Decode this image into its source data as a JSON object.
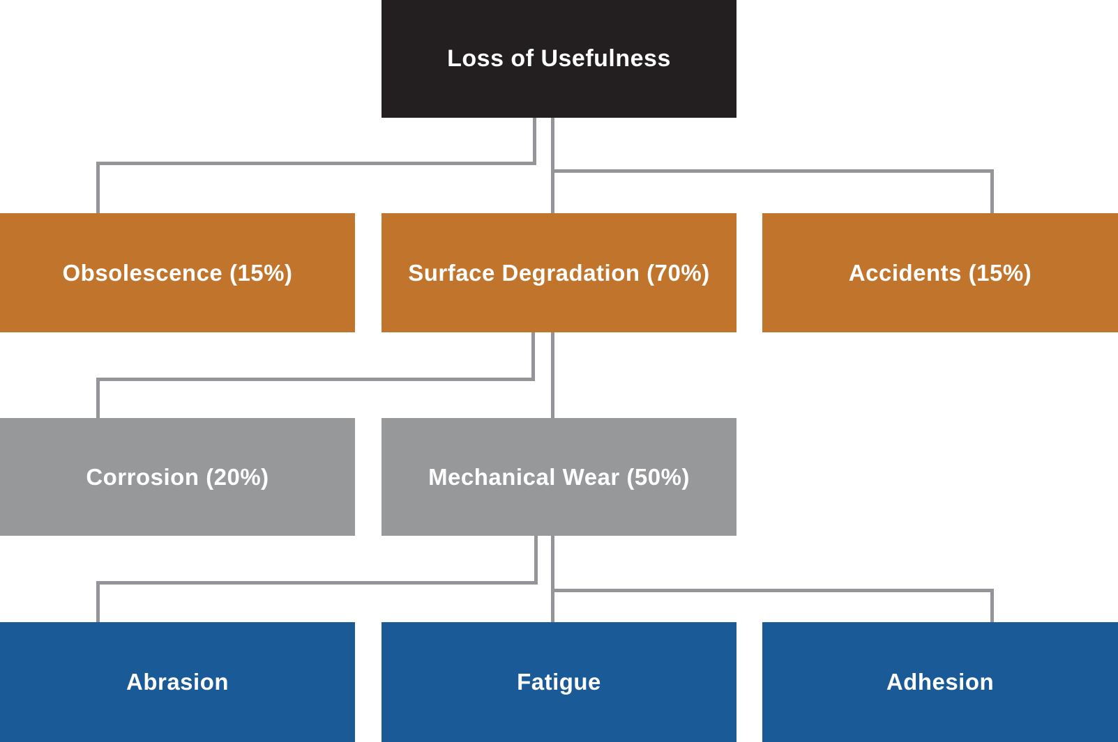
{
  "diagram": {
    "type": "hierarchy-flowchart",
    "root": {
      "label": "Loss of Usefulness"
    },
    "level2": [
      {
        "label": "Obsolescence (15%)"
      },
      {
        "label": "Surface Degradation (70%)"
      },
      {
        "label": "Accidents (15%)"
      }
    ],
    "level3": [
      {
        "label": "Corrosion (20%)"
      },
      {
        "label": "Mechanical Wear (50%)"
      }
    ],
    "level4": [
      {
        "label": "Abrasion"
      },
      {
        "label": "Fatigue"
      },
      {
        "label": "Adhesion"
      }
    ]
  },
  "colors": {
    "root_bg": "#231F20",
    "level2_bg": "#C1752C",
    "level3_bg": "#97989A",
    "level4_bg": "#1A5A96",
    "connector": "#939598",
    "label_text": "#FFFFFF",
    "background": "#FFFFFF"
  }
}
